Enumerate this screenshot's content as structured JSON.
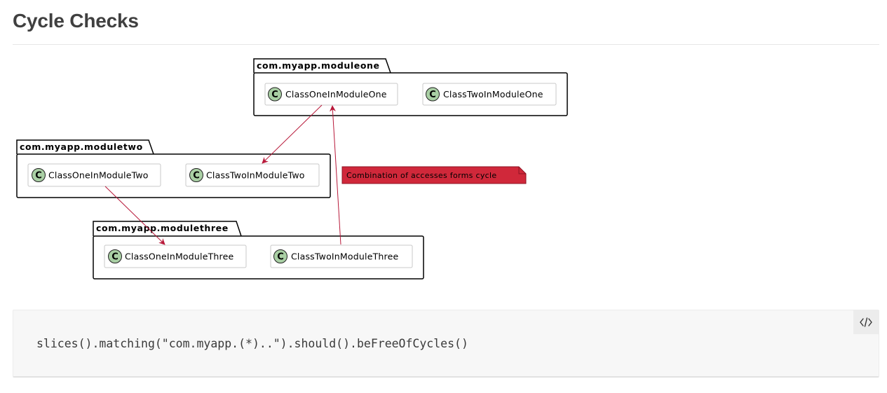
{
  "page": {
    "title": "Cycle Checks"
  },
  "diagram": {
    "packages": [
      {
        "id": "moduleone",
        "name": "com.myapp.moduleone",
        "classes": [
          {
            "id": "c1a",
            "name": "ClassOneInModuleOne",
            "badge": "C"
          },
          {
            "id": "c1b",
            "name": "ClassTwoInModuleOne",
            "badge": "C"
          }
        ]
      },
      {
        "id": "moduletwo",
        "name": "com.myapp.moduletwo",
        "classes": [
          {
            "id": "c2a",
            "name": "ClassOneInModuleTwo",
            "badge": "C"
          },
          {
            "id": "c2b",
            "name": "ClassTwoInModuleTwo",
            "badge": "C"
          }
        ]
      },
      {
        "id": "modulethree",
        "name": "com.myapp.modulethree",
        "classes": [
          {
            "id": "c3a",
            "name": "ClassOneInModuleThree",
            "badge": "C"
          },
          {
            "id": "c3b",
            "name": "ClassTwoInModuleThree",
            "badge": "C"
          }
        ]
      }
    ],
    "edges": [
      {
        "from": "ClassOneInModuleOne",
        "to": "ClassTwoInModuleTwo"
      },
      {
        "from": "ClassOneInModuleTwo",
        "to": "ClassOneInModuleThree"
      },
      {
        "from": "ClassTwoInModuleThree",
        "to": "ClassOneInModuleOne"
      }
    ],
    "note": {
      "text": "Combination of accesses forms cycle",
      "color": "#d0283a"
    },
    "colors": {
      "arrow": "#b8193a",
      "badge_fill": "#a9cfa4",
      "class_border": "#c8c8c8"
    }
  },
  "code": {
    "snippet": "slices().matching(\"com.myapp.(*)..\").should().beFreeOfCycles()",
    "toggle_icon": "code-icon"
  }
}
